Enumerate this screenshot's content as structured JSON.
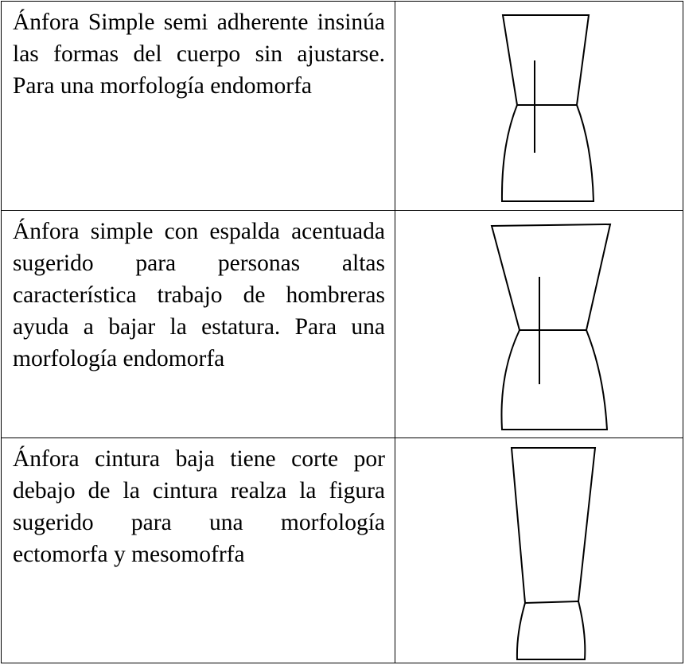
{
  "rows": [
    {
      "text": "Ánfora Simple semi adherente insinúa las formas del cuerpo sin ajustarse. Para una morfología endomorfa",
      "figure_icon": "anfora-simple-semi-adherente-pattern"
    },
    {
      "text": "Ánfora simple con espalda acentuada sugerido para personas altas característica trabajo de hombreras ayuda a bajar la estatura. Para una morfología endomorfa",
      "figure_icon": "anfora-espalda-acentuada-pattern"
    },
    {
      "text": "Ánfora cintura baja tiene corte por debajo de la cintura realza la figura sugerido para una morfología ectomorfa y mesomofrfa",
      "figure_icon": "anfora-cintura-baja-pattern"
    }
  ]
}
